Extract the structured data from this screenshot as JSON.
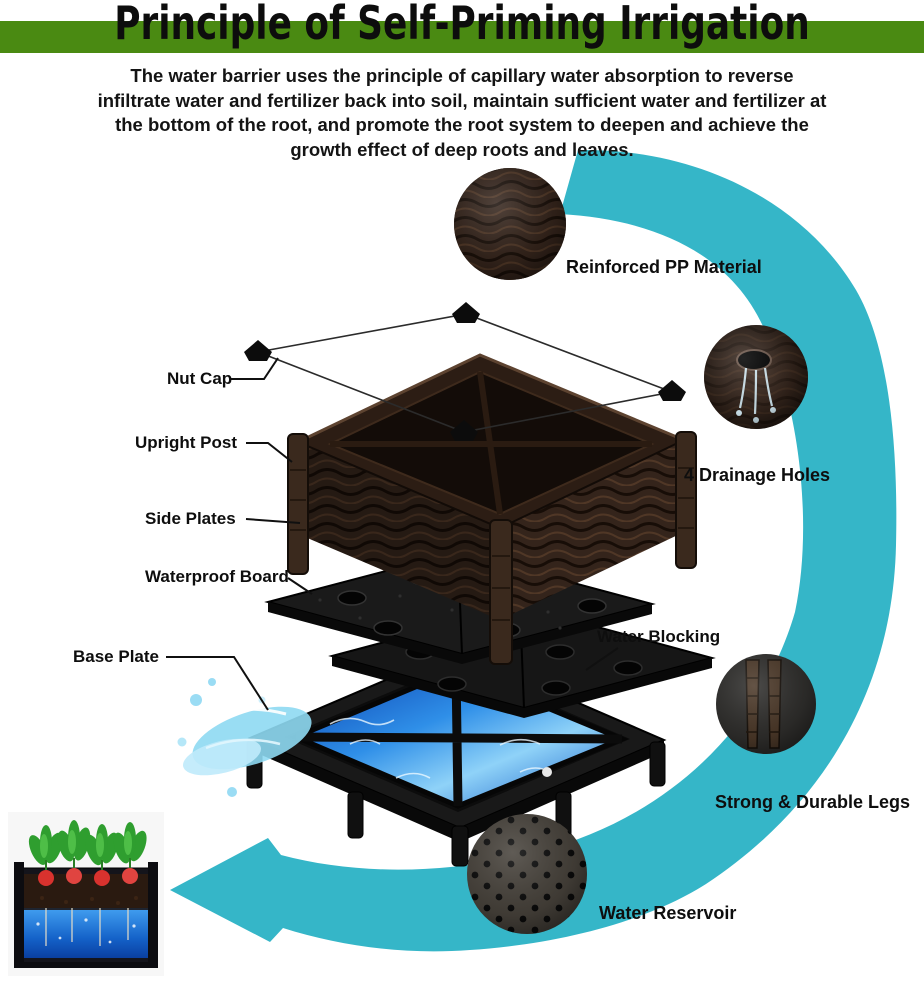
{
  "title": "Principle of Self-Priming Irrigation",
  "description": "The water barrier uses the principle of capillary water absorption to reverse infiltrate water and fertilizer back into soil, maintain sufficient water and fertilizer at the bottom of the root, and promote the root system to deepen and achieve the growth effect of deep roots and leaves.",
  "part_labels": {
    "nut_cap": "Nut Cap",
    "upright_post": "Upright Post",
    "side_plates": "Side Plates",
    "waterproof_board": "Waterproof Board",
    "base_plate": "Base Plate",
    "water_blocking": "Water Blocking"
  },
  "feature_labels": {
    "pp_material": "Reinforced PP Material",
    "drainage_holes": "4 Drainage Holes",
    "durable_legs": "Strong & Durable Legs",
    "water_reservoir": "Water Reservoir"
  },
  "colors": {
    "green_bar": "#4a8a12",
    "arrow_teal": "#35b6c8",
    "water_blue": "#1f6fd8",
    "wicker_brown": "#33241b"
  }
}
